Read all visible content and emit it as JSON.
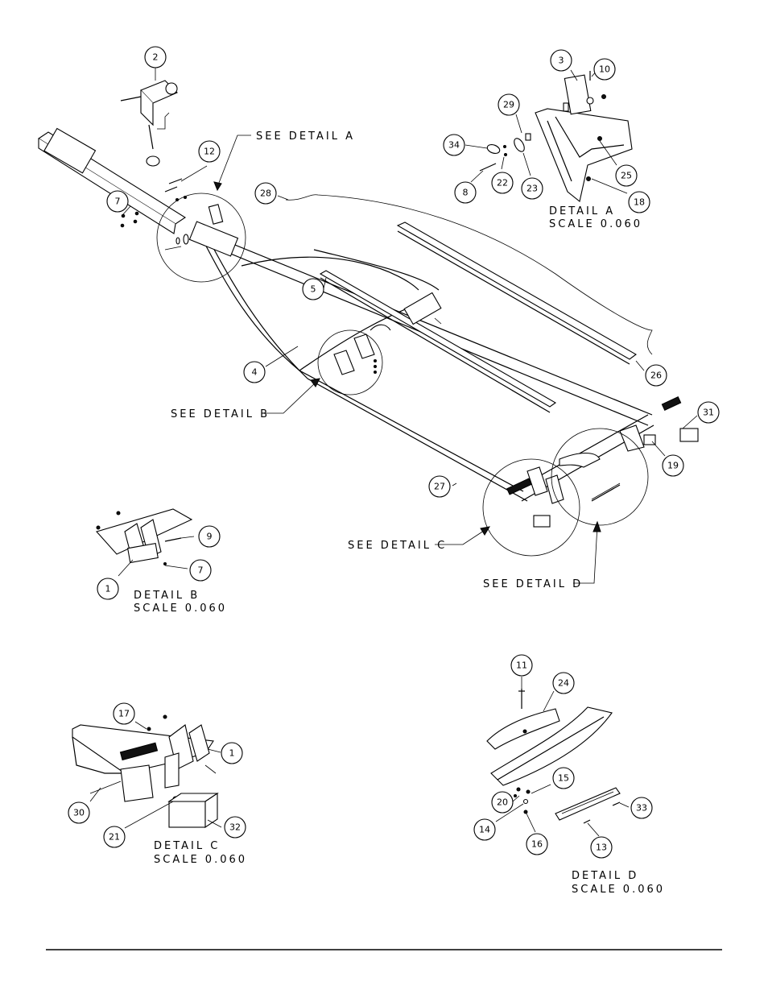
{
  "callouts": {
    "c2": "2",
    "c3": "3",
    "c10": "10",
    "c29": "29",
    "c34": "34",
    "c22": "22",
    "c23": "23",
    "c8": "8",
    "c25": "25",
    "c18": "18",
    "c12": "12",
    "c7a": "7",
    "c28": "28",
    "c5": "5",
    "c4": "4",
    "c26": "26",
    "c31": "31",
    "c19": "19",
    "c27": "27",
    "c9": "9",
    "c7b": "7",
    "c1a": "1",
    "c17": "17",
    "c1b": "1",
    "c30": "30",
    "c21": "21",
    "c32": "32",
    "c11": "11",
    "c24": "24",
    "c15": "15",
    "c20": "20",
    "c14": "14",
    "c16": "16",
    "c33": "33",
    "c13": "13"
  },
  "labels": {
    "see_detail_a": "SEE DETAIL  A",
    "see_detail_b": "SEE DETAIL  B",
    "see_detail_c": "SEE DETAIL  C",
    "see_detail_d": "SEE DETAIL  D",
    "detail_a": "DETAIL  A",
    "detail_b": "DETAIL  B",
    "detail_c": "DETAIL  C",
    "detail_d": "DETAIL  D",
    "scale": "SCALE  0.060"
  }
}
